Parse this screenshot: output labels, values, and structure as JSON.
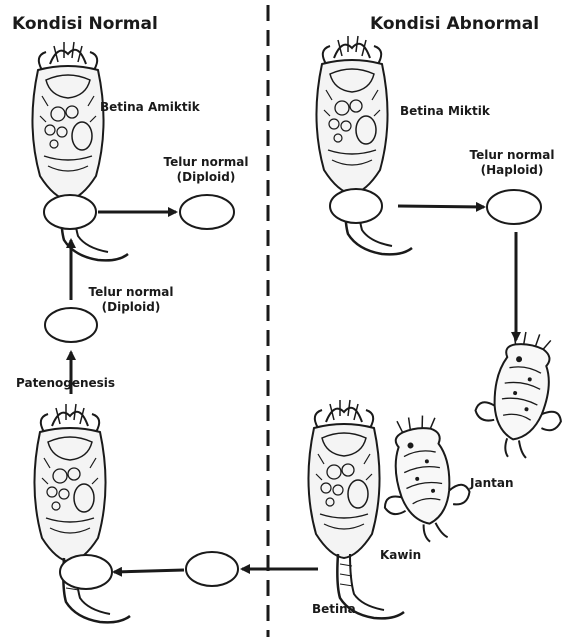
{
  "headers": {
    "left": "Kondisi Normal",
    "right": "Kondisi Abnormal"
  },
  "labels": {
    "betina_amiktik": "Betina Amiktik",
    "betina_miktik": "Betina Miktik",
    "egg_top_left_line1": "Telur normal",
    "egg_top_left_line2": "(Diploid)",
    "egg_top_right_line1": "Telur normal",
    "egg_top_right_line2": "(Haploid)",
    "egg_mid_left_line1": "Telur normal",
    "egg_mid_left_line2": "(Diploid)",
    "patenogenesis": "Patenogenesis",
    "jantan": "Jantan",
    "kawin": "Kawin",
    "betina": "Betina"
  },
  "colors": {
    "ink": "#1a1a1a",
    "body_fill": "#f4f4f4"
  }
}
